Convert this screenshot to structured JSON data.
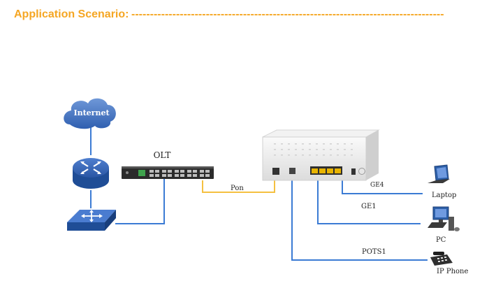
{
  "header": {
    "title": "Application Scenario:",
    "dashes": "--------------------------------------------------------------------------------------"
  },
  "diagram": {
    "internet_label": "Internet",
    "olt_label": "OLT",
    "pon_label": "Pon",
    "ge4_label": "GE4",
    "ge1_label": "GE1",
    "pots1_label": "POTS1",
    "laptop_label": "Laptop",
    "pc_label": "PC",
    "ip_phone_label": "IP Phone"
  },
  "colors": {
    "heading": "#f5a623",
    "link_blue": "#3b7bd4",
    "link_orange": "#f5c040",
    "device_blue": "#2d5fa8"
  }
}
